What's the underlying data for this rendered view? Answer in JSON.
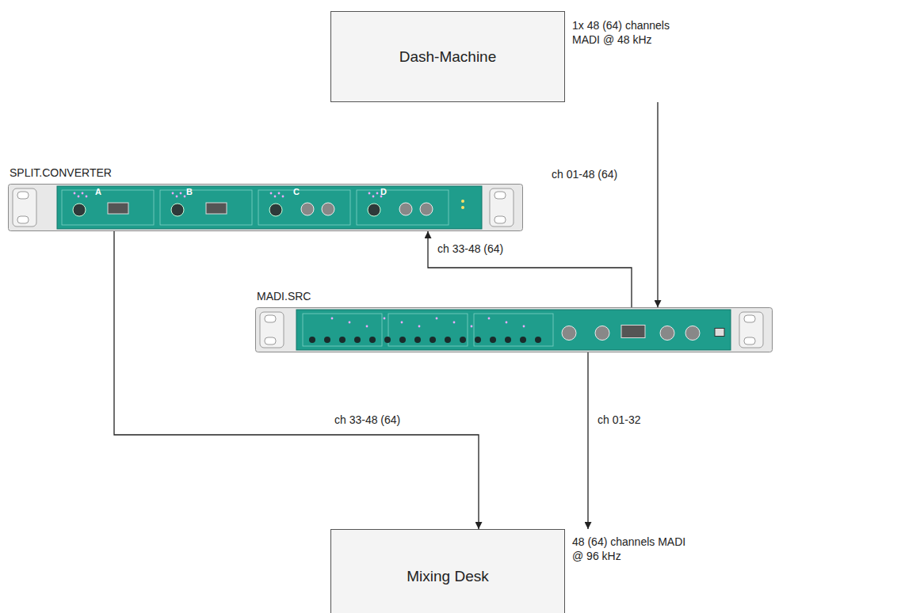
{
  "diagram": {
    "nodes": [
      {
        "text": [
          "Dash-Machine"
        ]
      },
      {
        "text": [
          "SPLIT.CONVERTER"
        ]
      },
      {
        "text": [
          "MADI.SRC"
        ]
      },
      {
        "text": [
          "Mixing Desk"
        ]
      }
    ],
    "edges": [
      {
        "from": 0,
        "to": 2,
        "label": "ch 01-48 (64)",
        "arrow": "to"
      },
      {
        "from": 2,
        "to": 1,
        "label": "ch 33-48 (64)",
        "arrow": "to"
      },
      {
        "from": 1,
        "to": 3,
        "label": "ch 33-48 (64)",
        "arrow": "to"
      },
      {
        "from": 2,
        "to": 3,
        "label": "ch 01-32",
        "arrow": "to"
      }
    ],
    "labels": [
      "1x 48 (64) channels MADI @ 48 kHz",
      "48 (64) channels MADI @ 96 kHz",
      "A",
      "B",
      "C",
      "D"
    ]
  }
}
